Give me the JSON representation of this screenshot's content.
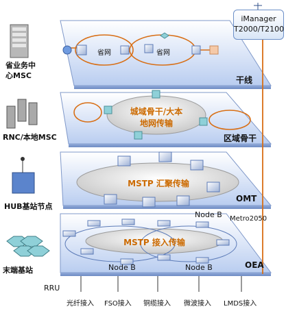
{
  "left_labels": {
    "msc": "省业务中\n心MSC",
    "rnc": "RNC/本地MSC",
    "hub": "HUB基站节点",
    "terminal": "末端基站",
    "rru": "RRU"
  },
  "layers": {
    "trunk": {
      "label": "干线",
      "ring1": "省网",
      "ring2": "省网"
    },
    "backbone": {
      "label": "区域骨干",
      "center": "城域骨干/大本\n地网传输"
    },
    "aggregation": {
      "label": "OMT",
      "center": "MSTP  汇聚传输"
    },
    "access": {
      "label": "OEA",
      "center": "MSTP  接入传输",
      "side": "Metro2050"
    }
  },
  "node_b": [
    "Node B",
    "Node B",
    "Node B"
  ],
  "imanager": {
    "line1": "iManager",
    "line2": "T2000/T2100"
  },
  "access_types": [
    "光纤接入",
    "FSO接入",
    "铜缆接入",
    "微波接入",
    "LMDS接入"
  ],
  "colors": {
    "plane_top": "#ffffff",
    "plane_bottom": "#bcd0f0",
    "plane_edge": "#7f98c9",
    "ring": "#d86e14",
    "accent_text": "#cc6a00"
  }
}
